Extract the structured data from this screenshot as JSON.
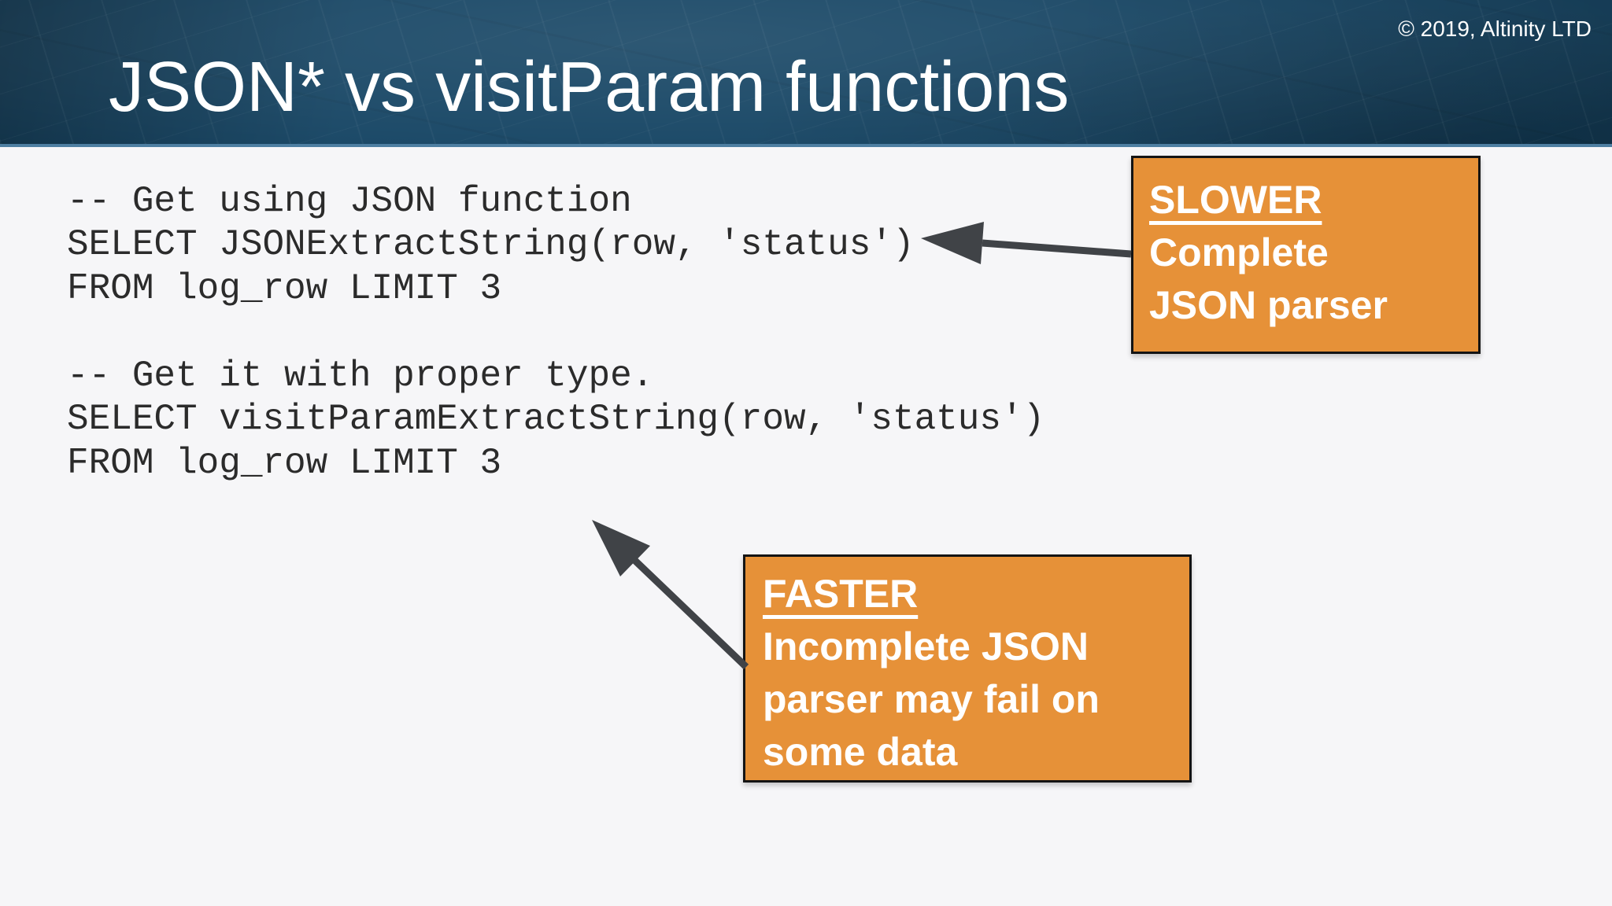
{
  "slide": {
    "title": "JSON* vs visitParam functions",
    "copyright": "© 2019, Altinity LTD"
  },
  "code_blocks": [
    {
      "text": "-- Get using JSON function\nSELECT JSONExtractString(row, 'status')\nFROM log_row LIMIT 3"
    },
    {
      "text": "-- Get it with proper type.\nSELECT visitParamExtractString(row, 'status')\nFROM log_row LIMIT 3"
    }
  ],
  "callouts": {
    "slower": {
      "heading": "SLOWER",
      "body": "Complete\nJSON parser"
    },
    "faster": {
      "heading": "FASTER",
      "body": "Incomplete JSON\nparser may fail on\nsome data"
    }
  },
  "icons": {
    "slower_arrow": "arrow-left-icon",
    "faster_arrow": "arrow-up-left-icon"
  },
  "colors": {
    "header_bg": "#164564",
    "header_edge": "#4E7FA2",
    "body_bg": "#F6F6F8",
    "title_text": "#FFFFFF",
    "code_text": "#2B2B2B",
    "callout_bg": "#E69138",
    "callout_border": "#141414",
    "callout_text": "#FFFFFF",
    "arrow": "#404347"
  }
}
